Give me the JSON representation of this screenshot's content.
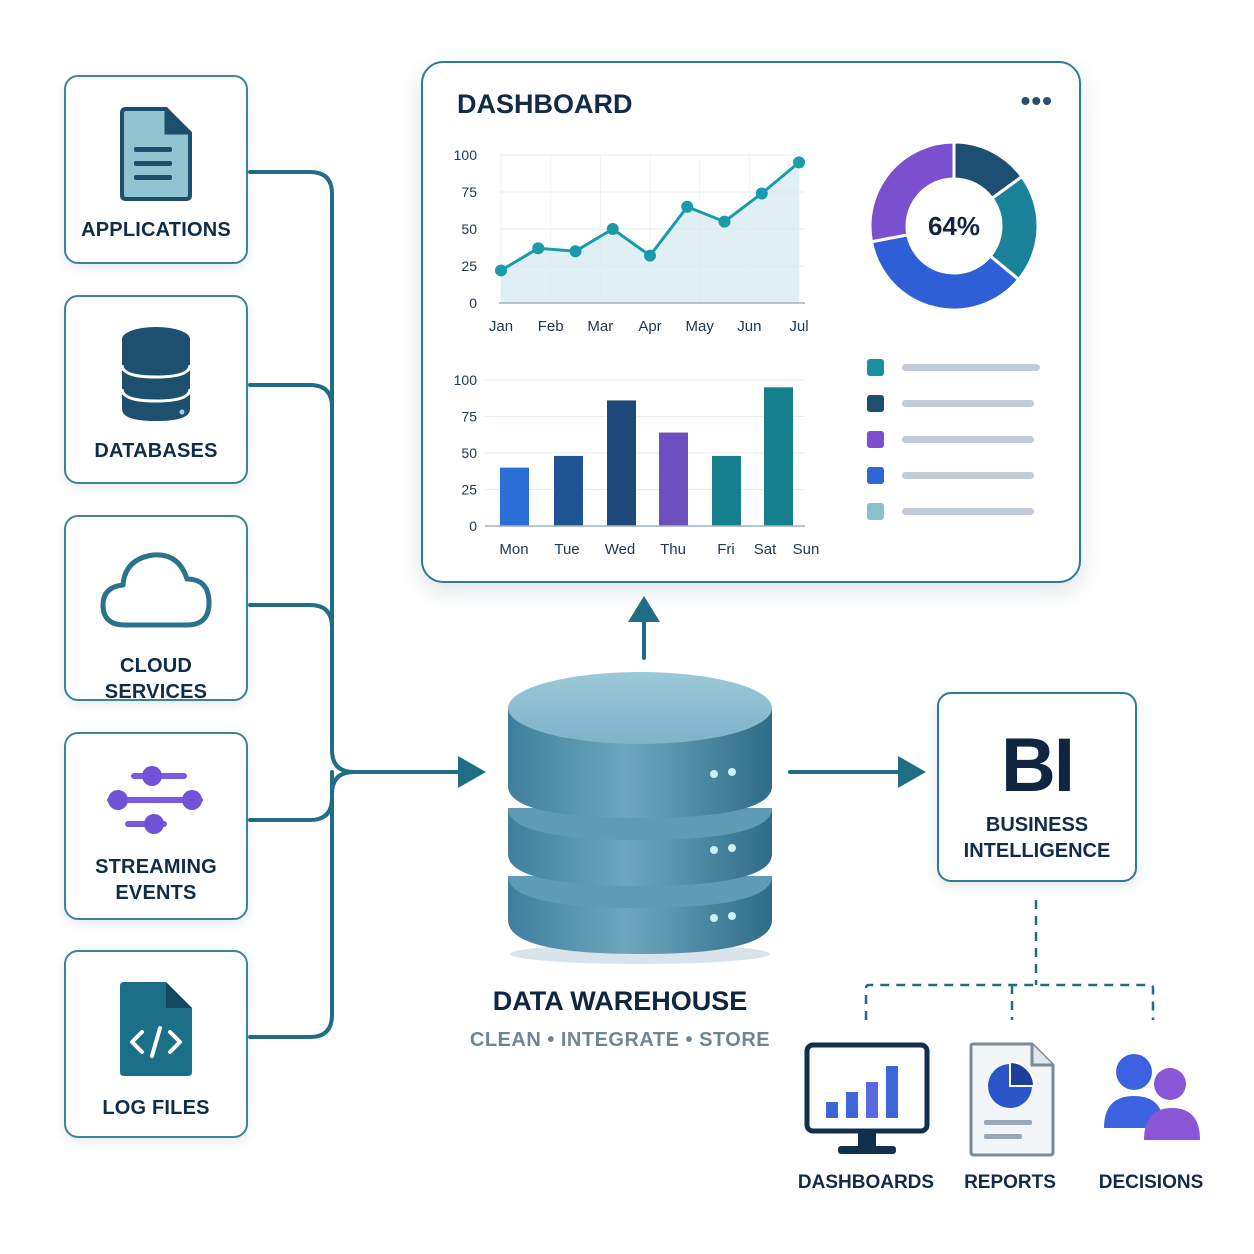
{
  "sources": [
    {
      "label": "APPLICATIONS",
      "icon": "document-icon"
    },
    {
      "label": "DATABASES",
      "icon": "database-icon"
    },
    {
      "label": "CLOUD SERVICES",
      "icon": "cloud-icon"
    },
    {
      "label_line1": "STREAMING",
      "label_line2": "EVENTS",
      "icon": "stream-icon"
    },
    {
      "label": "LOG FILES",
      "icon": "code-file-icon"
    }
  ],
  "dashboard": {
    "title": "DASHBOARD",
    "menu": "•••",
    "donut_label": "64%"
  },
  "chart_data": [
    {
      "type": "line",
      "x": [
        "Jan",
        "Feb",
        "Mar",
        "Apr",
        "May",
        "Jun",
        "Jul"
      ],
      "y": [
        22,
        37,
        35,
        50,
        32,
        65,
        55,
        74,
        95
      ],
      "point_x_positions": [
        0,
        0.5,
        1,
        1.5,
        2,
        2.5,
        3,
        3.5,
        4
      ],
      "ylim": [
        0,
        100
      ],
      "yticks": [
        "0",
        "25",
        "50",
        "75",
        "100"
      ],
      "color": "#1b9aaa"
    },
    {
      "type": "bar",
      "categories": [
        "Mon",
        "Tue",
        "Wed",
        "Thu",
        "Fri",
        "Sat",
        "Sun"
      ],
      "values": [
        40,
        48,
        86,
        64,
        48,
        95
      ],
      "ylim": [
        0,
        100
      ],
      "yticks": [
        "0",
        "25",
        "50",
        "75",
        "100"
      ],
      "colors": [
        "#2b6fd6",
        "#1f5495",
        "#1d4a7a",
        "#6b4fbf",
        "#17808f",
        "#17808f"
      ]
    },
    {
      "type": "pie",
      "values": [
        36,
        21,
        15,
        28
      ],
      "colors": [
        "#2e5fd6",
        "#1a839a",
        "#1d4f72",
        "#7a4fd0"
      ],
      "center_label": "64%"
    }
  ],
  "legend_colors": [
    "#1b8fa3",
    "#1f4e6e",
    "#7a4fd0",
    "#2e66d6",
    "#8bbfcb"
  ],
  "warehouse": {
    "title": "DATA WAREHOUSE",
    "subtitle": "CLEAN • INTEGRATE • STORE"
  },
  "bi": {
    "big": "BI",
    "line1": "BUSINESS",
    "line2": "INTELLIGENCE"
  },
  "outputs": [
    {
      "label": "DASHBOARDS",
      "icon": "monitor-chart-icon"
    },
    {
      "label": "REPORTS",
      "icon": "report-icon"
    },
    {
      "label": "DECISIONS",
      "icon": "people-icon"
    }
  ]
}
